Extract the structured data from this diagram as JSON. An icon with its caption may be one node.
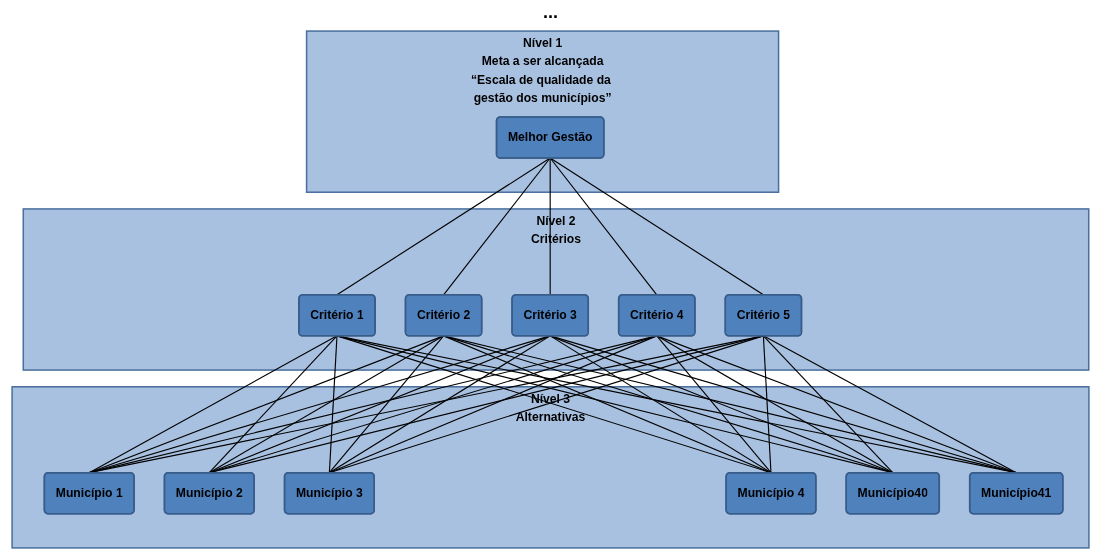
{
  "diagram": {
    "nodes": [
      {
        "text": [
          "Nível 1",
          "Meta a ser alcançada",
          "“Escala de qualidade da gestão dos municípios”"
        ]
      },
      {
        "text": [
          "Melhor Gestão"
        ],
        "in": 0
      },
      {
        "text": [
          "Nível 2",
          "Critérios"
        ]
      },
      {
        "text": [
          "Critério 1"
        ],
        "in": 2
      },
      {
        "text": [
          "Critério 2"
        ],
        "in": 2
      },
      {
        "text": [
          "Critério 3"
        ],
        "in": 2
      },
      {
        "text": [
          "Critério 4"
        ],
        "in": 2
      },
      {
        "text": [
          "Critério 5"
        ],
        "in": 2
      },
      {
        "text": [
          "Nível 3",
          "Alternativas"
        ]
      },
      {
        "text": [
          "Município 1"
        ],
        "in": 8
      },
      {
        "text": [
          "Município 2"
        ],
        "in": 8
      },
      {
        "text": [
          "Município 3"
        ],
        "in": 8
      },
      {
        "text": [
          "Município 4"
        ],
        "in": 8
      },
      {
        "text": [
          "Município40"
        ],
        "in": 8
      },
      {
        "text": [
          "Município41"
        ],
        "in": 8
      }
    ],
    "edges": [
      {
        "from": 1,
        "to": 3,
        "arrow": "none"
      },
      {
        "from": 1,
        "to": 4,
        "arrow": "none"
      },
      {
        "from": 1,
        "to": 5,
        "arrow": "none"
      },
      {
        "from": 1,
        "to": 6,
        "arrow": "none"
      },
      {
        "from": 1,
        "to": 7,
        "arrow": "none"
      },
      {
        "from": 3,
        "to": 9,
        "arrow": "none"
      },
      {
        "from": 3,
        "to": 10,
        "arrow": "none"
      },
      {
        "from": 3,
        "to": 11,
        "arrow": "none"
      },
      {
        "from": 3,
        "to": 12,
        "arrow": "none"
      },
      {
        "from": 3,
        "to": 13,
        "arrow": "none"
      },
      {
        "from": 3,
        "to": 14,
        "arrow": "none"
      },
      {
        "from": 4,
        "to": 9,
        "arrow": "none"
      },
      {
        "from": 4,
        "to": 10,
        "arrow": "none"
      },
      {
        "from": 4,
        "to": 11,
        "arrow": "none"
      },
      {
        "from": 4,
        "to": 12,
        "arrow": "none"
      },
      {
        "from": 4,
        "to": 13,
        "arrow": "none"
      },
      {
        "from": 4,
        "to": 14,
        "arrow": "none"
      },
      {
        "from": 5,
        "to": 9,
        "arrow": "none"
      },
      {
        "from": 5,
        "to": 10,
        "arrow": "none"
      },
      {
        "from": 5,
        "to": 11,
        "arrow": "none"
      },
      {
        "from": 5,
        "to": 12,
        "arrow": "none"
      },
      {
        "from": 5,
        "to": 13,
        "arrow": "none"
      },
      {
        "from": 5,
        "to": 14,
        "arrow": "none"
      },
      {
        "from": 6,
        "to": 9,
        "arrow": "none"
      },
      {
        "from": 6,
        "to": 10,
        "arrow": "none"
      },
      {
        "from": 6,
        "to": 11,
        "arrow": "none"
      },
      {
        "from": 6,
        "to": 12,
        "arrow": "none"
      },
      {
        "from": 6,
        "to": 13,
        "arrow": "none"
      },
      {
        "from": 6,
        "to": 14,
        "arrow": "none"
      },
      {
        "from": 7,
        "to": 9,
        "arrow": "none"
      },
      {
        "from": 7,
        "to": 10,
        "arrow": "none"
      },
      {
        "from": 7,
        "to": 11,
        "arrow": "none"
      },
      {
        "from": 7,
        "to": 12,
        "arrow": "none"
      },
      {
        "from": 7,
        "to": 13,
        "arrow": "none"
      },
      {
        "from": 7,
        "to": 14,
        "arrow": "none"
      }
    ],
    "labels": [
      "..."
    ]
  }
}
